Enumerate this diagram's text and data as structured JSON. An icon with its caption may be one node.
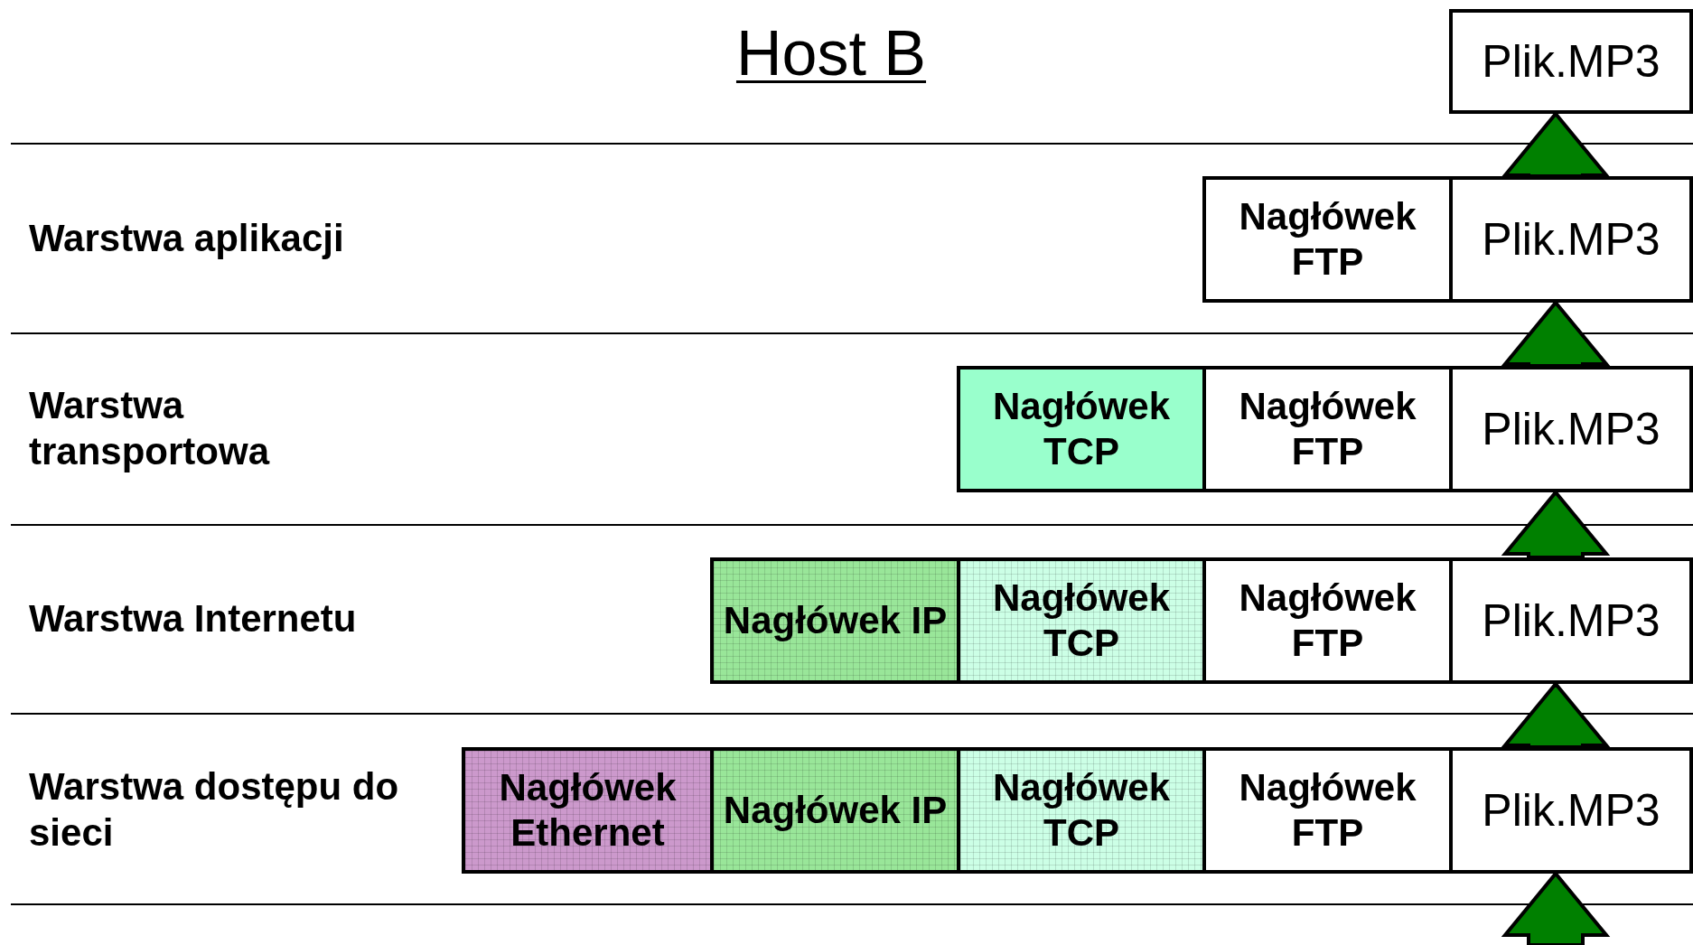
{
  "diagram": {
    "title": "Host B",
    "nodes": [
      {
        "text": [
          "Plik.MP3"
        ]
      },
      {
        "text": [
          "Nagłówek FTP"
        ]
      },
      {
        "text": [
          "Plik.MP3"
        ]
      },
      {
        "text": [
          "Nagłówek TCP"
        ]
      },
      {
        "text": [
          "Nagłówek FTP"
        ]
      },
      {
        "text": [
          "Plik.MP3"
        ]
      },
      {
        "text": [
          "Nagłówek IP"
        ]
      },
      {
        "text": [
          "Nagłówek TCP"
        ]
      },
      {
        "text": [
          "Nagłówek FTP"
        ]
      },
      {
        "text": [
          "Plik.MP3"
        ]
      },
      {
        "text": [
          "Nagłówek Ethernet"
        ]
      },
      {
        "text": [
          "Nagłówek IP"
        ]
      },
      {
        "text": [
          "Nagłówek TCP"
        ]
      },
      {
        "text": [
          "Nagłówek FTP"
        ]
      },
      {
        "text": [
          "Plik.MP3"
        ]
      }
    ],
    "edges": [
      {
        "from": null,
        "to": 14,
        "arrow": "to",
        "style": "thick"
      },
      {
        "from": 14,
        "to": 9,
        "arrow": "to",
        "style": "thick"
      },
      {
        "from": 9,
        "to": 5,
        "arrow": "to",
        "style": "thick"
      },
      {
        "from": 5,
        "to": 2,
        "arrow": "to",
        "style": "thick"
      },
      {
        "from": 2,
        "to": 0,
        "arrow": "to",
        "style": "thick"
      }
    ],
    "labels": [
      "Warstwa aplikacji",
      "Warstwa transportowa",
      "Warstwa Internetu",
      "Warstwa dostępu do sieci"
    ]
  }
}
